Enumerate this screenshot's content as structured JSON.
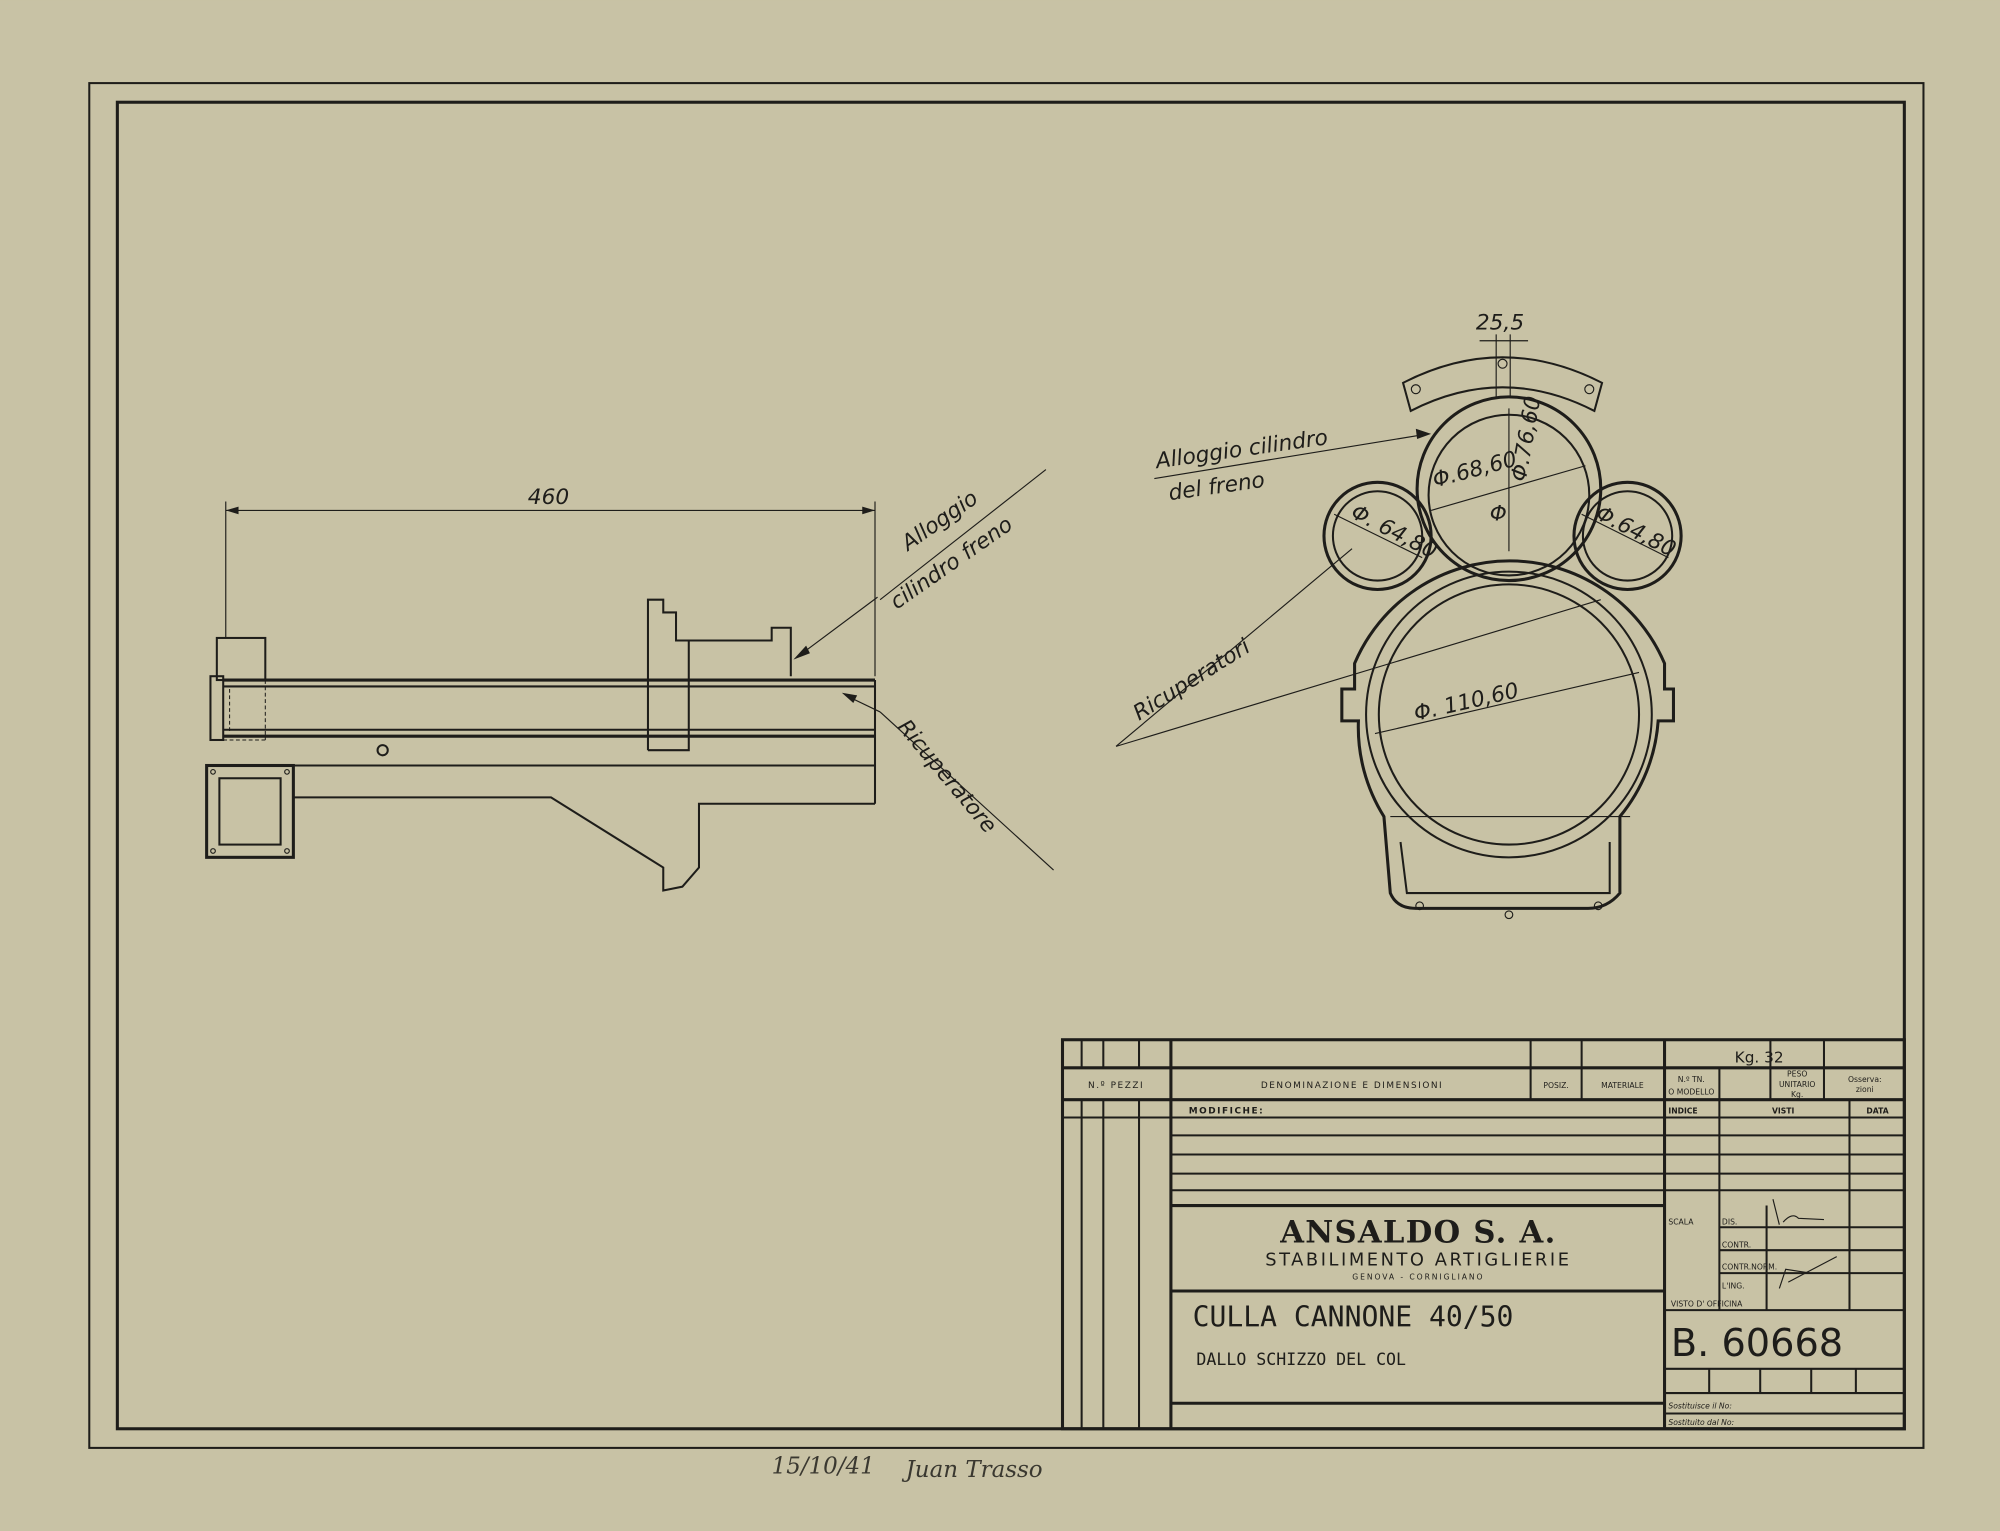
{
  "colors": {
    "paper": "#c8c2a5",
    "ink": "#1e1d1a",
    "blue_check": "#3a8f9a"
  },
  "side_view": {
    "dimension_length": "460",
    "label_brake_housing_1": "Alloggio",
    "label_brake_housing_2": "cilindro freno",
    "label_recuperator": "Ricuperatore"
  },
  "section_view": {
    "dim_slot": "25,5",
    "dim_brake_inner": "Φ.68,60",
    "dim_brake_outer": "Φ.76,60",
    "dim_recup_left": "Φ. 64,80",
    "dim_recup_right": "Φ.64,80",
    "dim_main": "Φ. 110,60",
    "dim_mark": "Φ",
    "label_brake_1": "Alloggio cilindro",
    "label_brake_2": "del freno",
    "label_recuperators": "Ricuperatori"
  },
  "title_block": {
    "weight": "Kg. 32",
    "headers": {
      "pieces": "N.º PEZZI",
      "denomination": "DENOMINAZIONE E DIMENSIONI",
      "position": "POSIZ.",
      "material": "MATERIALE",
      "model_1": "N.º TN.",
      "model_2": "O MODELLO",
      "unit_weight_1": "PESO",
      "unit_weight_2": "UNITARIO",
      "unit_weight_3": "Kg.",
      "notes_1": "Osserva:",
      "notes_2": "zioni"
    },
    "modifications": "MODIFICHE:",
    "index": "INDICE",
    "seen": "VISTI",
    "date": "DATA",
    "company": "ANSALDO S. A.",
    "division": "STABILIMENTO ARTIGLIERIE",
    "location": "GENOVA - CORNIGLIANO",
    "drawing_title": "CULLA CANNONE 40/50",
    "drawing_subtitle": "DALLO SCHIZZO DEL COL",
    "scale": "SCALA",
    "dis": "DIS.",
    "contr": "CONTR.",
    "contr_norm": "CONTR.NORM.",
    "ing": "L'ING.",
    "workshop": "VISTO D' OFFICINA",
    "drawing_number": "B. 60668",
    "replaces": "Sostituisce il No:",
    "replaced_by": "Sostituito dal No:"
  },
  "footer": {
    "handwritten_date": "15/10/41",
    "signature": "Juan Trasso"
  }
}
